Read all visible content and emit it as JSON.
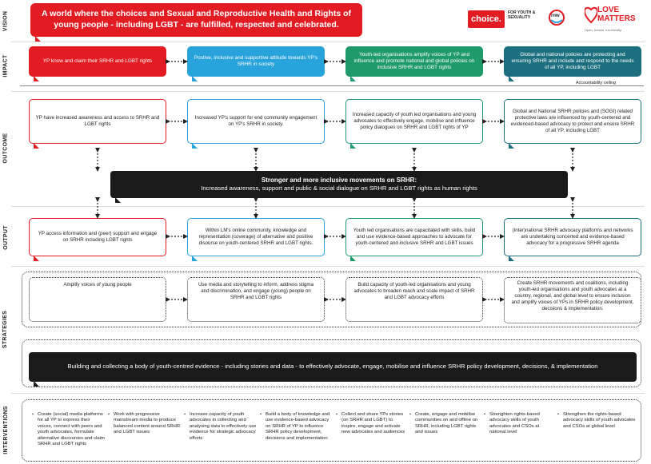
{
  "labels": {
    "vision": "VISION",
    "impact": "IMPACT",
    "outcome": "OUTCOME",
    "output": "OUTPUT",
    "strategies": "STRATEGIES",
    "interventions": "INTERVENTIONS"
  },
  "vision": {
    "text": "A world where the choices and Sexual and Reproductive Health and Rights of young people - including LGBT - are fulfilled, respected and celebrated."
  },
  "logos": {
    "choice": "choice.",
    "choice_sub": "FOR YOUTH & SEXUALITY",
    "rnw": "rnw",
    "love_matters": "LOVE MATTERS",
    "love_matters_tag": "Open, honest, fun-friendly"
  },
  "colors": {
    "red": "#e31b23",
    "blue": "#29a3dc",
    "green": "#1f9a6a",
    "teal": "#1c6f7e",
    "black": "#1a1a1a"
  },
  "impact": [
    "YP know and claim their SRHR and LGBT rights",
    "Postive, inclusive and supportive attitude towards YP's SRHR in society",
    "Youth-led organisations amplify voices of YP and influence and promote national and global policies on inclusive SRHR and LGBT rights",
    "Global and national policies are protecting and ensuring SRHR and include and respond to the needs of all YP, including LGBT"
  ],
  "accountability": "Accountability ceiling",
  "outcome": [
    "YP have increased awareness and access to SRHR and LGBT rights",
    "Increased YP's support for end community engagement on YP's SRHR in society.",
    "Increased capacity of youth led organisations and young advocates to effectively engage, mobilise and influence policy dialogues on SRHR and LGBT rights of YP",
    "Global and National SRHR policies and (SOGI) related protective laws are influenced by youth-centered and evidenced-based advocacy to protect and ensure SRHR of all YP, including LGBT"
  ],
  "movement": {
    "title": "Stronger and more inclusive movements on SRHR:",
    "text": "Increased awareness, support and public & social dialogue on SRHR and LGBT rights as human rights"
  },
  "output": [
    "YP access information and (peer) support and engage on SRHR including LGBT rights",
    "Within LM's online community, knowledge and representation (coverage) of alternative and positive disourse on youth-centered SRHR and LGBT rights.",
    "Youth led organisations are capacitated with skills, build and use evidence-based approaches to advocate for youth-centered and inclusive SRHR and LGBT issues",
    "(Inter)national SRHR advocacy platforms and networks are undertaking concerted and evidence-based advocacy for a progressive SRHR agenda"
  ],
  "strategies": [
    "Amplify voices of young people",
    "Use media and storytelling to inform, address stigma and discrimination, and engage (young) people on SRHR and LGBT rights",
    "Build capacity of youth-led organisations and young advocates to broaden reach and scale impact of SRHR and LGBT advocacy efforts",
    "Create SRHR movements and coalitions, including youth-led organisations and youth advocates at a country, regional, and global level to ensure inclusion and amplify voices of YPs in SRHR policy development, decisions & implementation."
  ],
  "build": "Building and collecting a body of youth-centred evidence - including stories and data - to effectively advocate, engage, mobilise and influence SRHR policy development, decisions, & implementation",
  "bullet": "•",
  "interventions": [
    "Create (social) media platforms for all YP to express their voices, connect with peers and youth advocates, formulate alternative discourses and claim SRHR and LGBT rights",
    "Work with progressive mainstream media to produce balanced content around SRHR and LGBT issues",
    "Increase capacity of youth advocates in collecting and analysing data to effectively use evidence for strategic advocacy efforts",
    "Build a body of knowledge and use evidence-based advocacy on SRHR of YP to influence SRHR policy development, decisions and implementation",
    "Collect and share YPs stories (on SRHR and LGBT) to inspire, engage and activate new advocates and audiences",
    "Create, engage and mobilise communities on and offline on SRHR, including LGBT rights and issues",
    "Strenghten rights-based advocacy skills of youth advocates and CSOs at national level",
    "Strengthen the rights-based advocacy skills of youth advocates and CSOs at global level"
  ]
}
